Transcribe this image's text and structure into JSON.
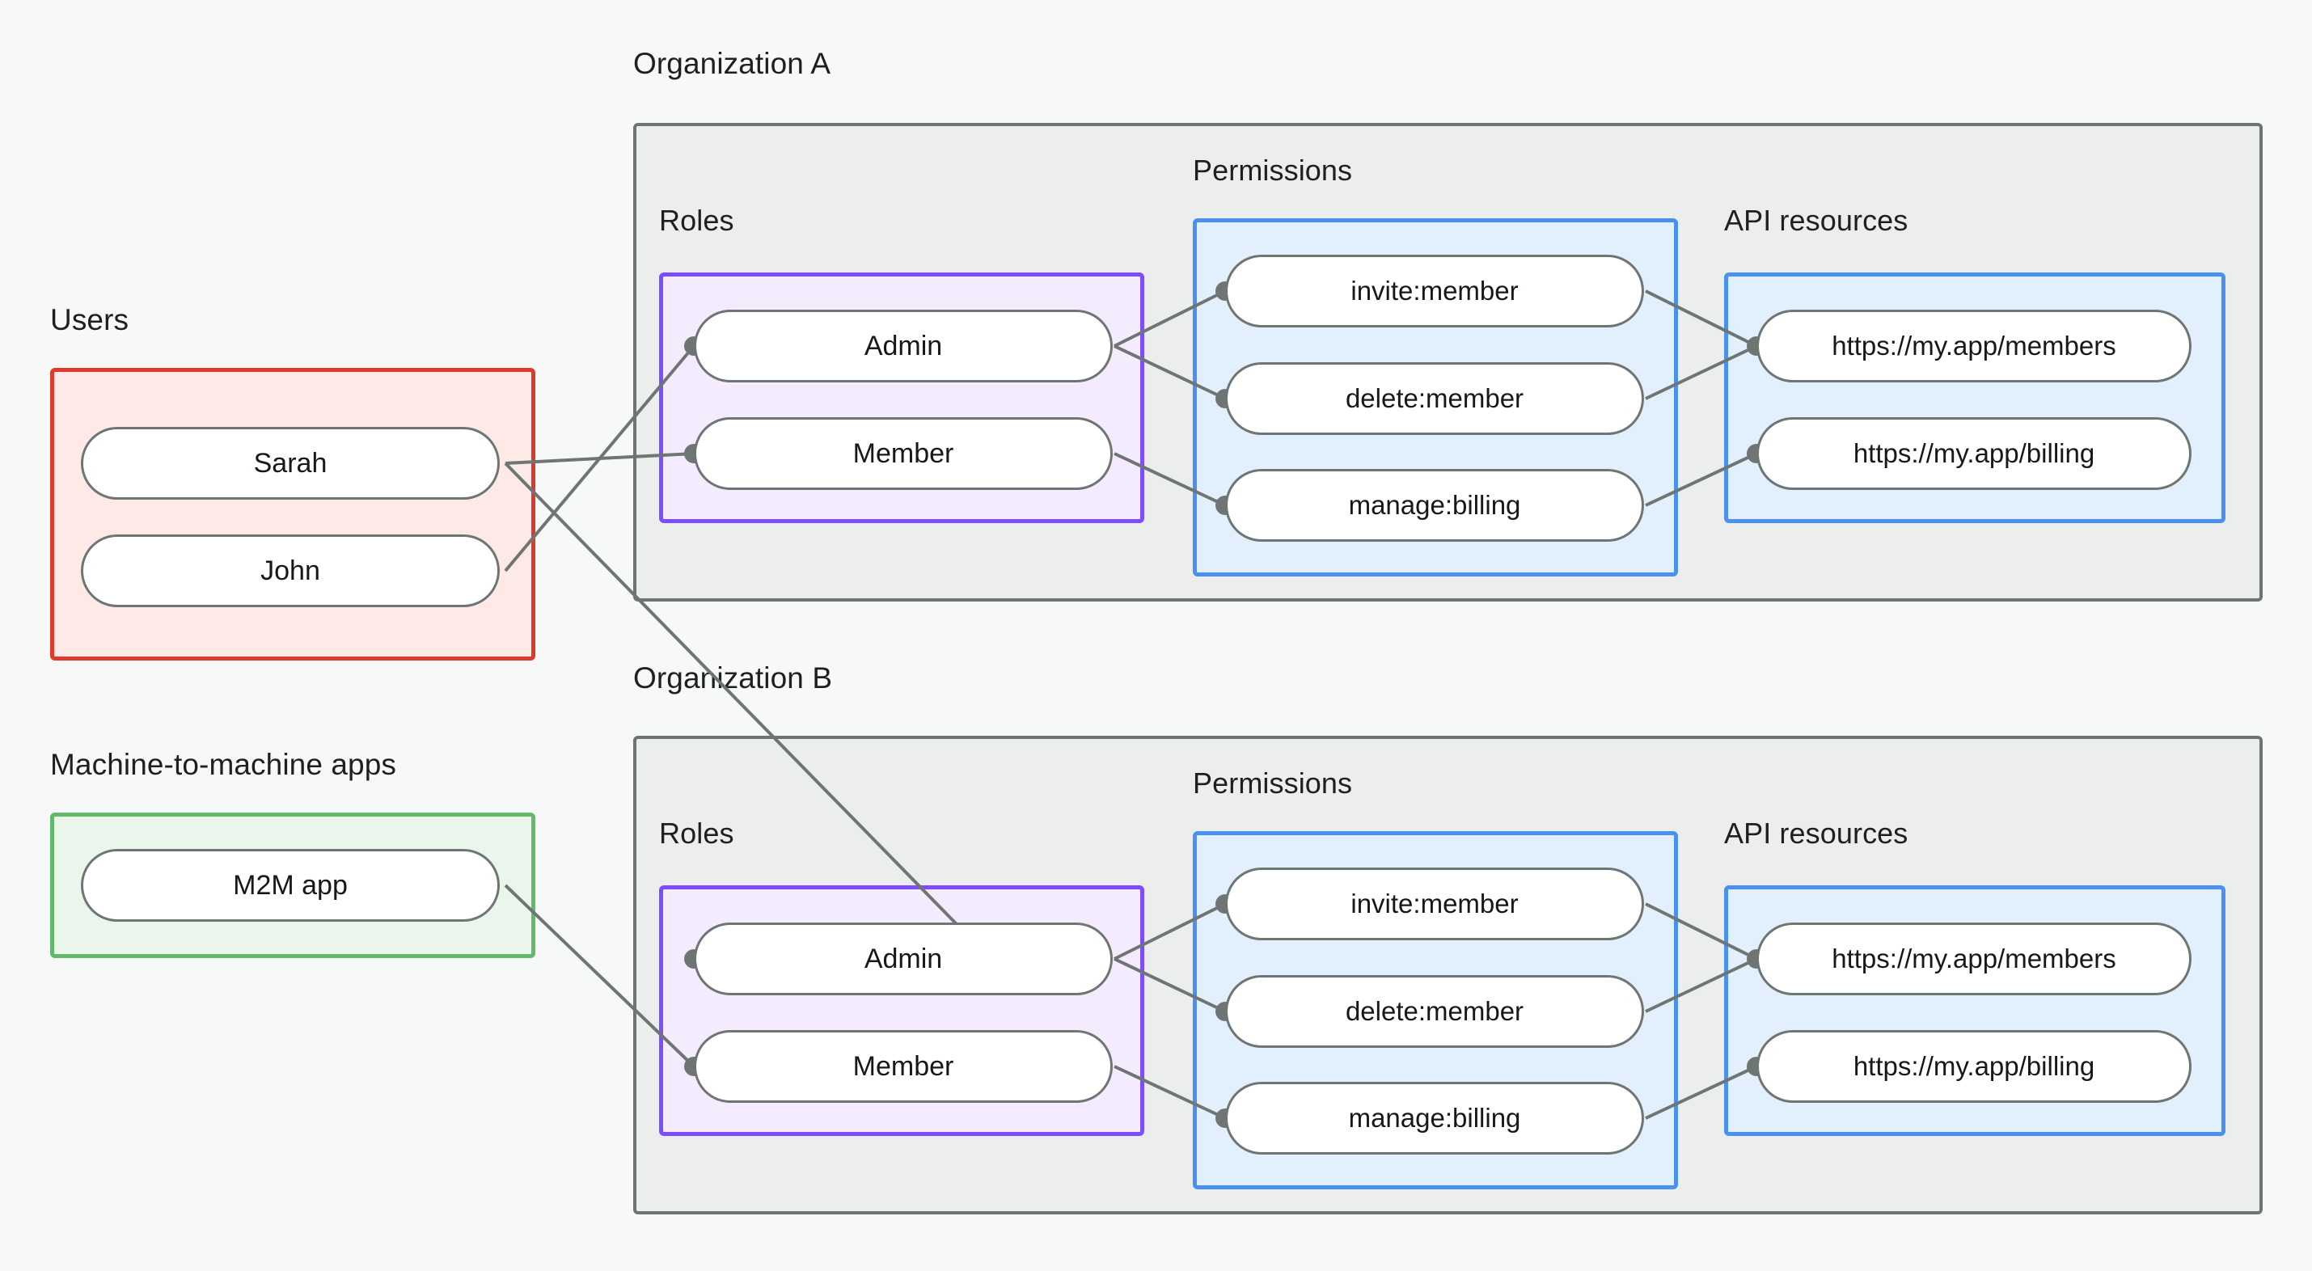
{
  "diagram": {
    "title_visible": false,
    "colors": {
      "canvas_bg": "#f7f9f8",
      "org_box_bg": "#eceeed",
      "org_box_border": "#6e7472",
      "users_bg": "#fdeae7",
      "users_border": "#dd3a2b",
      "m2m_bg": "#eaf6ec",
      "m2m_border": "#63b96b",
      "roles_bg": "#f4ecfe",
      "roles_border": "#7c4dff",
      "permissions_bg": "#e2effc",
      "permissions_border": "#4a90f0",
      "api_bg": "#e2effc",
      "api_border": "#4a90f0",
      "node_border": "#6f7573",
      "edge_color": "#6f7573",
      "text": "#16181a"
    }
  },
  "left_column": {
    "users": {
      "label": "Users",
      "items": [
        {
          "label": "Sarah"
        },
        {
          "label": "John"
        }
      ]
    },
    "m2m": {
      "label": "Machine-to-machine apps",
      "items": [
        {
          "label": "M2M app"
        }
      ]
    }
  },
  "organizations": [
    {
      "label": "Organization A",
      "roles": {
        "label": "Roles",
        "items": [
          {
            "label": "Admin"
          },
          {
            "label": "Member"
          }
        ]
      },
      "permissions": {
        "label": "Permissions",
        "items": [
          {
            "label": "invite:member"
          },
          {
            "label": "delete:member"
          },
          {
            "label": "manage:billing"
          }
        ]
      },
      "api_resources": {
        "label": "API resources",
        "items": [
          {
            "label": "https://my.app/members"
          },
          {
            "label": "https://my.app/billing"
          }
        ]
      }
    },
    {
      "label": "Organization B",
      "roles": {
        "label": "Roles",
        "items": [
          {
            "label": "Admin"
          },
          {
            "label": "Member"
          }
        ]
      },
      "permissions": {
        "label": "Permissions",
        "items": [
          {
            "label": "invite:member"
          },
          {
            "label": "delete:member"
          },
          {
            "label": "manage:billing"
          }
        ]
      },
      "api_resources": {
        "label": "API resources",
        "items": [
          {
            "label": "https://my.app/members"
          },
          {
            "label": "https://my.app/billing"
          }
        ]
      }
    }
  ],
  "connections": [
    {
      "from": "Sarah",
      "to": "Organization A / Member"
    },
    {
      "from": "Sarah",
      "to": "Organization B / Admin"
    },
    {
      "from": "John",
      "to": "Organization A / Admin"
    },
    {
      "from": "M2M app",
      "to": "Organization B / Member"
    },
    {
      "from": "Organization A / Admin",
      "to": "Organization A / invite:member"
    },
    {
      "from": "Organization A / Admin",
      "to": "Organization A / delete:member"
    },
    {
      "from": "Organization A / Member",
      "to": "Organization A / manage:billing"
    },
    {
      "from": "Organization A / invite:member",
      "to": "Organization A / https://my.app/members"
    },
    {
      "from": "Organization A / delete:member",
      "to": "Organization A / https://my.app/members"
    },
    {
      "from": "Organization A / manage:billing",
      "to": "Organization A / https://my.app/billing"
    },
    {
      "from": "Organization B / Admin",
      "to": "Organization B / invite:member"
    },
    {
      "from": "Organization B / Admin",
      "to": "Organization B / delete:member"
    },
    {
      "from": "Organization B / Member",
      "to": "Organization B / manage:billing"
    },
    {
      "from": "Organization B / invite:member",
      "to": "Organization B / https://my.app/members"
    },
    {
      "from": "Organization B / delete:member",
      "to": "Organization B / https://my.app/members"
    },
    {
      "from": "Organization B / manage:billing",
      "to": "Organization B / https://my.app/billing"
    }
  ]
}
